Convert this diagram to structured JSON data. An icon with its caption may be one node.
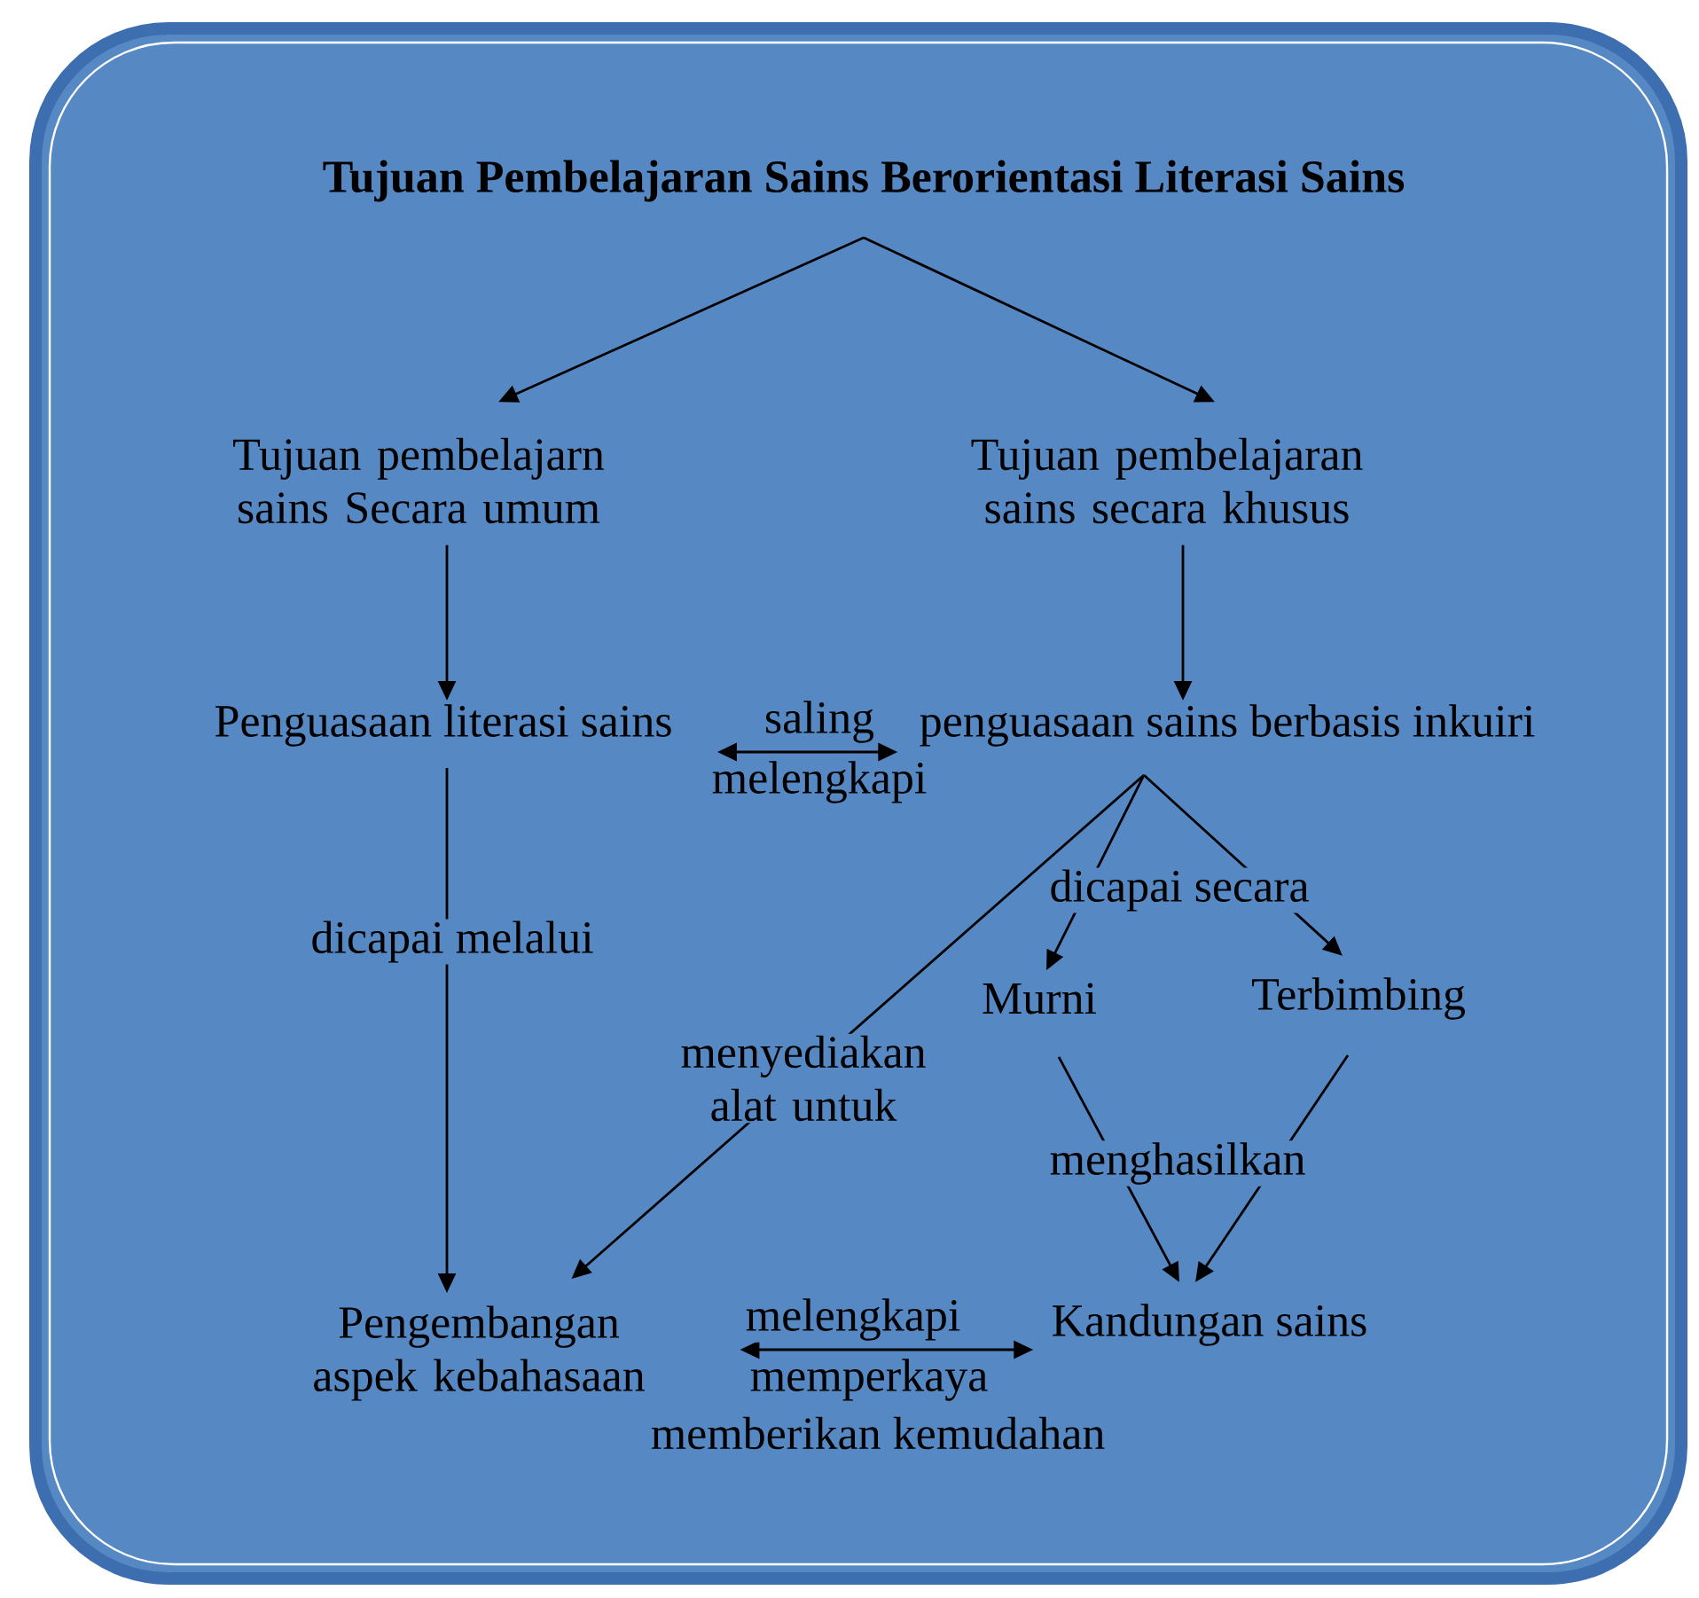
{
  "diagram": {
    "nodes": [
      {
        "text": [
          "Tujuan Pembelajaran Sains Berorientasi Literasi Sains"
        ]
      },
      {
        "text": [
          "Tujuan pembelajarn sains Secara umum"
        ]
      },
      {
        "text": [
          "Tujuan pembelajaran sains secara khusus"
        ]
      },
      {
        "text": [
          "Penguasaan literasi sains"
        ]
      },
      {
        "text": [
          "penguasaan sains berbasis inkuiri"
        ]
      },
      {
        "text": [
          "Murni"
        ]
      },
      {
        "text": [
          "Terbimbing"
        ]
      },
      {
        "text": [
          "Pengembangan aspek kebahasaan"
        ]
      },
      {
        "text": [
          "Kandungan sains"
        ]
      }
    ],
    "edges": [
      {
        "from": 0,
        "to": 1,
        "arrow": "to"
      },
      {
        "from": 0,
        "to": 2,
        "arrow": "to"
      },
      {
        "from": 1,
        "to": 3,
        "arrow": "to"
      },
      {
        "from": 2,
        "to": 4,
        "arrow": "to"
      },
      {
        "from": 3,
        "to": 4,
        "arrow": "both",
        "label": "saling melengkapi"
      },
      {
        "from": 3,
        "to": 7,
        "arrow": "to",
        "label": "dicapai melalui"
      },
      {
        "from": 4,
        "to": 5,
        "arrow": "to",
        "label": "dicapai secara"
      },
      {
        "from": 4,
        "to": 6,
        "arrow": "to"
      },
      {
        "from": 4,
        "to": 7,
        "arrow": "to",
        "label": "menyediakan alat untuk"
      },
      {
        "from": 5,
        "to": 8,
        "arrow": "to",
        "label": "menghasilkan"
      },
      {
        "from": 6,
        "to": 8,
        "arrow": "to"
      },
      {
        "from": 7,
        "to": 8,
        "arrow": "both",
        "label": "melengkapi"
      }
    ],
    "labels": [
      "memperkaya",
      "memberikan kemudahan"
    ]
  }
}
